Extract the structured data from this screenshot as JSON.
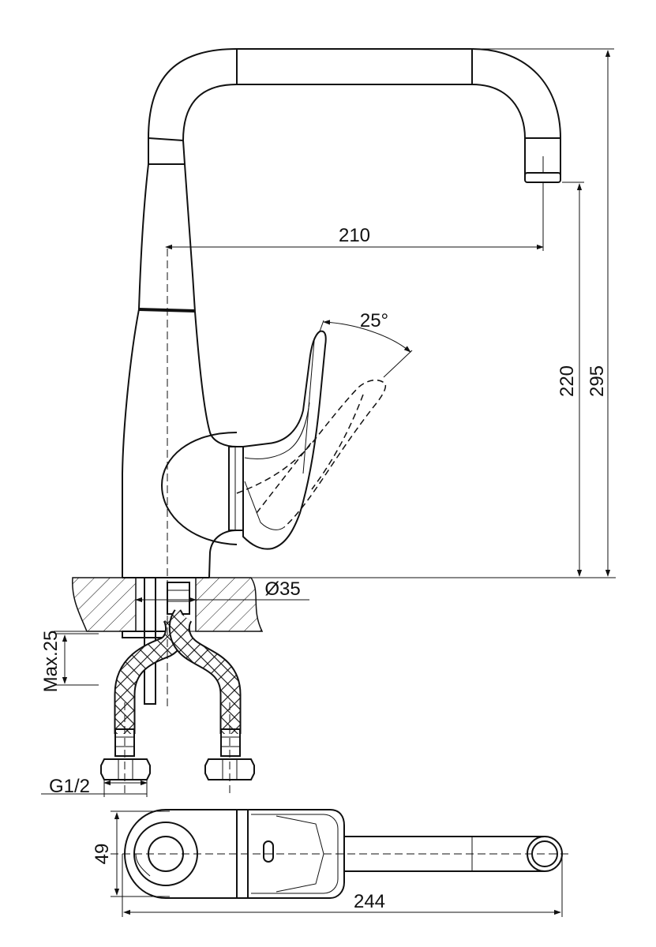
{
  "dimensions": {
    "spout_reach": "210",
    "spout_height": "220",
    "total_height": "295",
    "lever_angle": "25°",
    "mount_hole": "Ø35",
    "max_thickness": "Max.25",
    "connection": "G1/2",
    "body_width": "49",
    "total_length": "244"
  }
}
